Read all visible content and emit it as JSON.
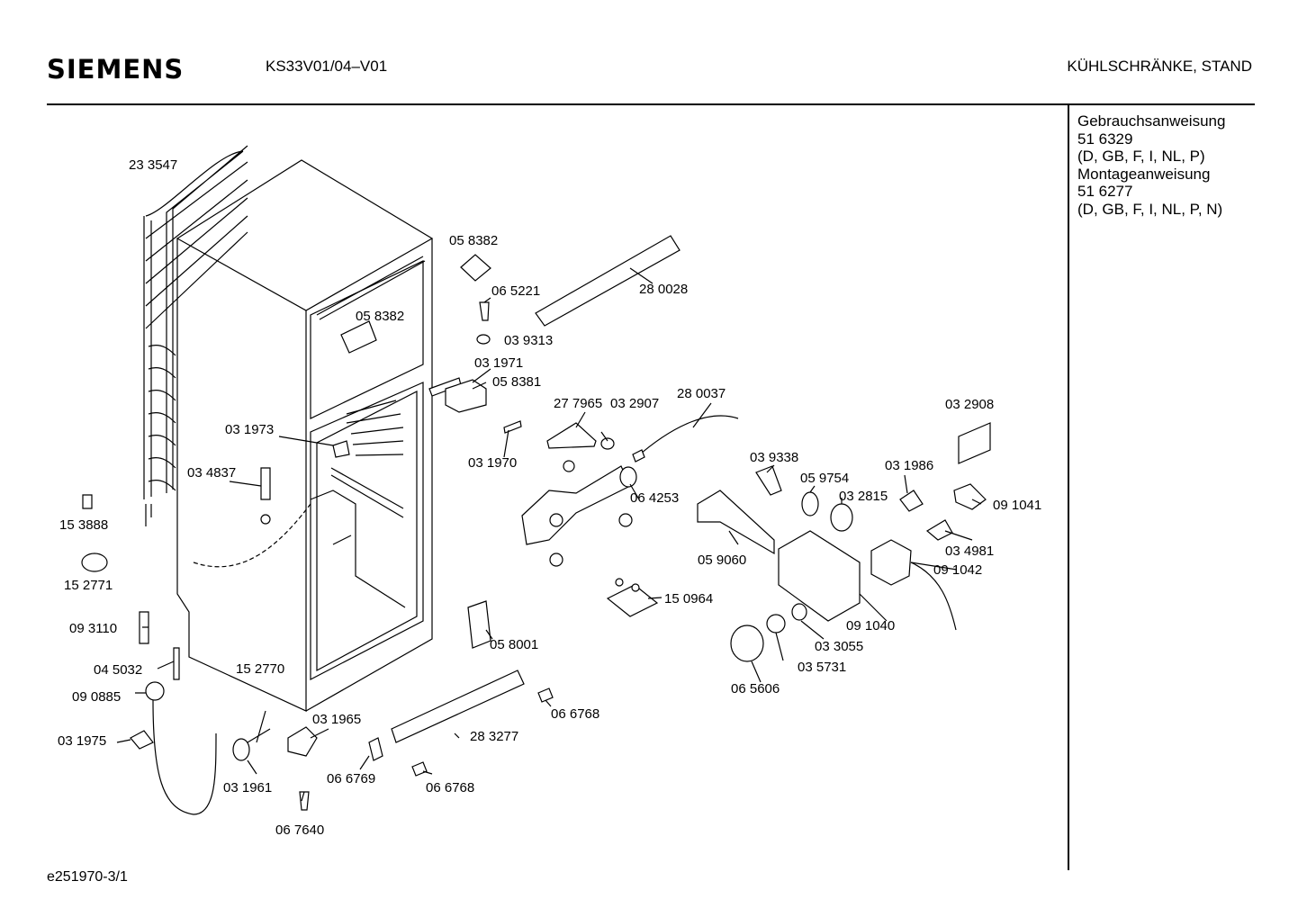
{
  "header": {
    "brand": "SIEMENS",
    "model": "KS33V01/04–V01",
    "category": "KÜHLSCHRÄNKE, STAND"
  },
  "docs": [
    "Gebrauchsanweisung",
    "51 6329",
    "(D, GB, F, I, NL, P)",
    "Montageanweisung",
    "51 6277",
    "(D, GB, F, I, NL, P, N)"
  ],
  "footer": "e251970-3/1",
  "parts": [
    "23 3547",
    "05 8382",
    "28 0028",
    "06 5221",
    "05 8382",
    "03 9313",
    "03 1971",
    "05 8381",
    "27 7965",
    "03 2907",
    "28 0037",
    "03 2908",
    "03 1973",
    "03 1970",
    "03 9338",
    "05 9754",
    "03 1986",
    "03 2815",
    "09 1041",
    "03 4837",
    "06 4253",
    "15 3888",
    "03 4981",
    "15 2771",
    "05 9060",
    "09 1042",
    "15 0964",
    "09 3110",
    "09 1040",
    "05 8001",
    "03 3055",
    "15 2770",
    "04 5032",
    "03 5731",
    "09 0885",
    "06 5606",
    "06 6768",
    "03 1965",
    "28 3277",
    "03 1975",
    "03 1961",
    "06 6769",
    "06 6768",
    "06 7640"
  ]
}
